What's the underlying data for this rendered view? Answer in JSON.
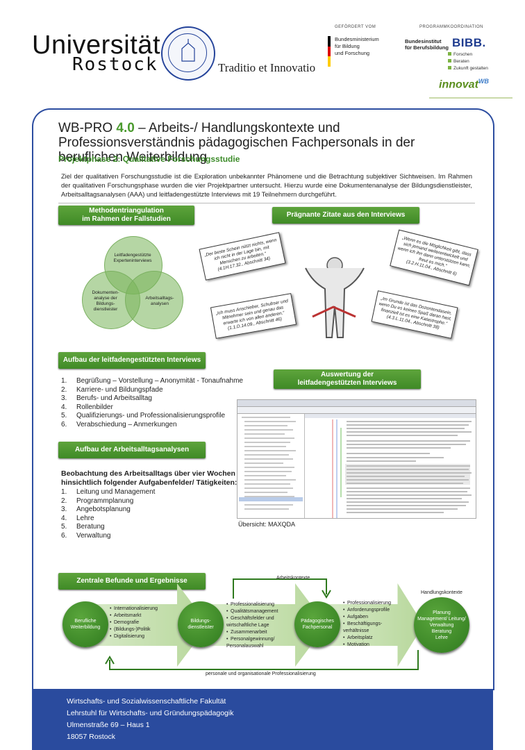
{
  "header": {
    "university_line1": "Universität",
    "university_line2": "Rostock",
    "motto": "Traditio et Innovatio",
    "funded_by_caption": "GEFÖRDERT VOM",
    "bmbf_lines": [
      "Bundesministerium",
      "für Bildung",
      "und Forschung"
    ],
    "program_caption": "PROGRAMMKOORDINATION",
    "bibb_title_lines": [
      "Bundesinstitut",
      "für Berufsbildung"
    ],
    "bibb_logo": "BIBB.",
    "bibb_list": [
      "Forschen",
      "Beraten",
      "Zukunft gestalten"
    ],
    "innovat_main": "innovat",
    "innovat_suffix": "WB"
  },
  "title": {
    "prefix": "WB-PRO ",
    "version": "4.0",
    "rest": " – Arbeits-/ Handlungskontexte und Professionsverständnis pädagogischen Fachpersonals in der beruflichen Weiterbildung"
  },
  "subtitle": "Projektphase 2: Qualitative Forschungsstudie",
  "intro": "Ziel der qualitativen Forschungsstudie ist die Exploration unbekannter Phänomene und die Betrachtung subjektiver Sichtweisen. Im Rahmen der qualitativen Forschungsphase wurden die vier Projektpartner untersucht. Hierzu wurde eine Dokumentenanalyse der Bildungsdienstleister, Arbeitsalltagsanalysen (AAA) und leitfadengestützte Interviews mit 19 Teilnehmern durchgeführt.",
  "sections": {
    "methods_line1": "Methodentriangulation",
    "methods_line2": "im Rahmen der Fallstudien",
    "quotes_heading": "Prägnante Zitate aus den Interviews",
    "interview_structure": "Aufbau der leitfadengestützten Interviews",
    "evaluation_line1": "Auswertung der",
    "evaluation_line2": "leitfadengestützten Interviews",
    "alltag_structure": "Aufbau der Arbeitsalltagsanalysen",
    "findings": "Zentrale Befunde und Ergebnisse"
  },
  "venn": {
    "top": "Leitfadengestützte Experteninterviews",
    "left": "Dokumenten-analyse der Bildungs-dienstleister",
    "right": "Arbeitsalltags-analysen"
  },
  "quotes": [
    {
      "text": "„Der beste Schein nützt nichts, wenn ich nicht in der Lage bin, mit Menschen zu arbeiten.“",
      "ref": "(4.1H.17.32., Abschnitt 34)"
    },
    {
      "text": "„Wenn es die Möglichkeit gibt, dass sich jemand weiterentwickelt und wenn ich ihn dann unterstützen kann, freut es mich.“",
      "ref": "(3.2.H.11.04., Abschnitt 6)"
    },
    {
      "text": "„Ich muss Anschieber, Schubser und Mitnehmer sein und genau das erwarte ich von allen anderen.“",
      "ref": "(1.1.D.14.09., Abschnitt 46)"
    },
    {
      "text": "„Im Grunde ist das Dozentendasein, wenn Du es keinen Spaß daran hast, finanziell ist es eine Katastrophe.“",
      "ref": "(4.3.L.11.04., Abschnitt 38)"
    }
  ],
  "interview_items": [
    "Begrüßung – Vorstellung – Anonymität - Tonaufnahme",
    "Karriere- und Bildungspfade",
    "Berufs- und Arbeitsalltag",
    "Rollenbilder",
    "Qualifizierungs- und Professionalisierungsprofile",
    "Verabschiedung – Anmerkungen"
  ],
  "alltag_head_line1": "Beobachtung des Arbeitsalltags über vier Wochen",
  "alltag_head_line2": "hinsichtlich folgender Aufgabenfelder/ Tätigkeiten:",
  "alltag_items": [
    "Leitung und Management",
    "Programmplanung",
    "Angebotsplanung",
    "Lehre",
    "Beratung",
    "Verwaltung"
  ],
  "maxqda_caption": "Übersicht: MAXQDA",
  "findings": {
    "arbeitskontexte": "Arbeitskontexte",
    "handlungskontexte": "Handlungskontexte",
    "bottom_label": "personale und organisationale Professionalisierung",
    "circle1": "Berufliche Weiterbildung",
    "circle2": "Bildungs-dienstleister",
    "circle3": "Pädagogisches Fachpersonal",
    "circle4_items": [
      "Planung",
      "Management/ Leitung/ Verwaltung",
      "Beratung",
      "Lehre"
    ],
    "list1": [
      "Internationalisierung",
      "Arbeitsmarkt",
      "Demografie",
      "(Bildungs-)Politik",
      "Digitalisierung"
    ],
    "list2": [
      "Professionalisierung",
      "Qualitätsmanagement",
      "Geschäftsfelder und wirtschaftliche Lage",
      "Zusammenarbeit",
      "Personalgewinnung/ Personalauswahl"
    ],
    "list3": [
      "Professionalisierung",
      "Anforderungsprofile",
      "Aufgaben",
      "Beschäftigungs-verhältnisse",
      "Arbeitsplatz",
      "Motivation"
    ]
  },
  "footer": {
    "line1": "Wirtschafts- und Sozialwissenschaftliche Fakultät",
    "line2": "Lehrstuhl für Wirtschafts- und Gründungspädagogik",
    "line3": "Ulmenstraße 69 – Haus 1",
    "line4": "18057 Rostock"
  },
  "colors": {
    "accent_green": "#4a9a2e",
    "frame_blue": "#2c4da0",
    "footer_blue": "#2a4b9e"
  }
}
